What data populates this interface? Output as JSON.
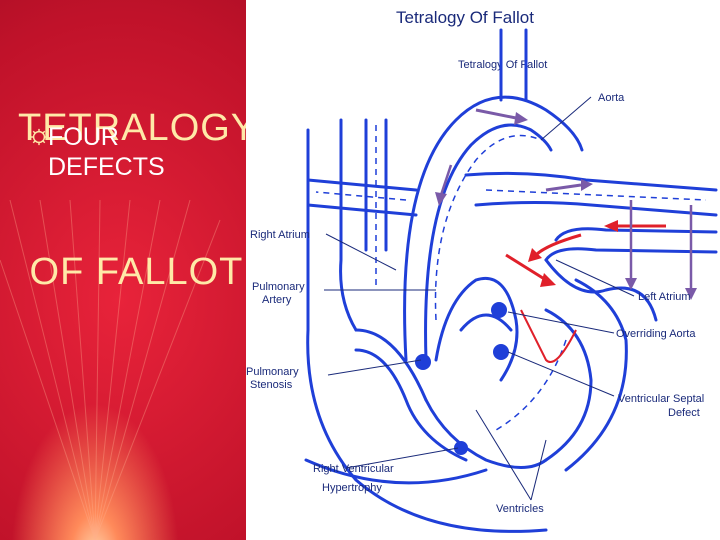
{
  "slide": {
    "title_line1": "TETRALOGY",
    "title_line2": " OF FALLOT",
    "bullet": "FOUR\nDEFECTS",
    "bullet_icon": "gear-bullet-icon"
  },
  "diagram": {
    "header": "Tetralogy Of Fallot",
    "subheader": "Tetralogy Of Fallot",
    "labels": {
      "aorta": "Aorta",
      "right_atrium": "Right Atrium",
      "pulmonary_artery_1": "Pulmonary",
      "pulmonary_artery_2": "Artery",
      "left_atrium": "Left Atrium",
      "overriding_aorta": "Overriding Aorta",
      "pulmonary_stenosis_1": "Pulmonary",
      "pulmonary_stenosis_2": "Stenosis",
      "vsd_1": "Ventricular Septal",
      "vsd_2": "Defect",
      "rvh_1": "Right Ventricular",
      "rvh_2": "Hypertrophy",
      "ventricles": "Ventricles"
    },
    "colors": {
      "vessel": "#1f3fd8",
      "label": "#1a2a7a",
      "arrow_purple": "#7a5aa8",
      "arrow_red": "#e0202a"
    }
  }
}
